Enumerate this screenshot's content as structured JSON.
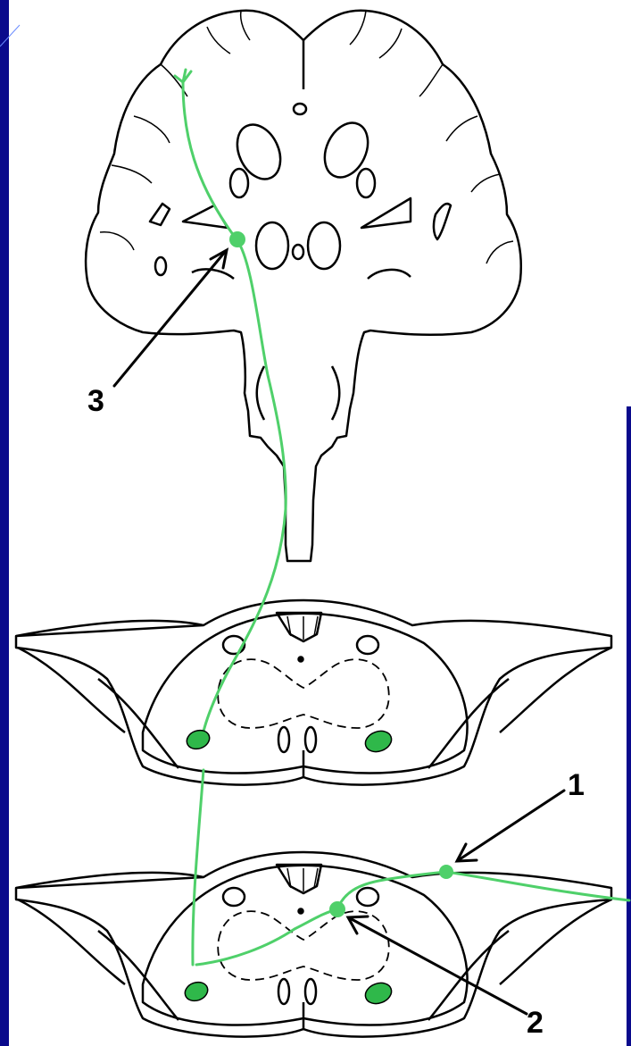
{
  "labels": {
    "one": "1",
    "two": "2",
    "three": "3"
  },
  "colors": {
    "slide_background": "#0a0a8c",
    "pathway": "#4fd06a",
    "nucleus_fill": "#2fb84a",
    "outline": "#000000",
    "panel": "#ffffff"
  }
}
